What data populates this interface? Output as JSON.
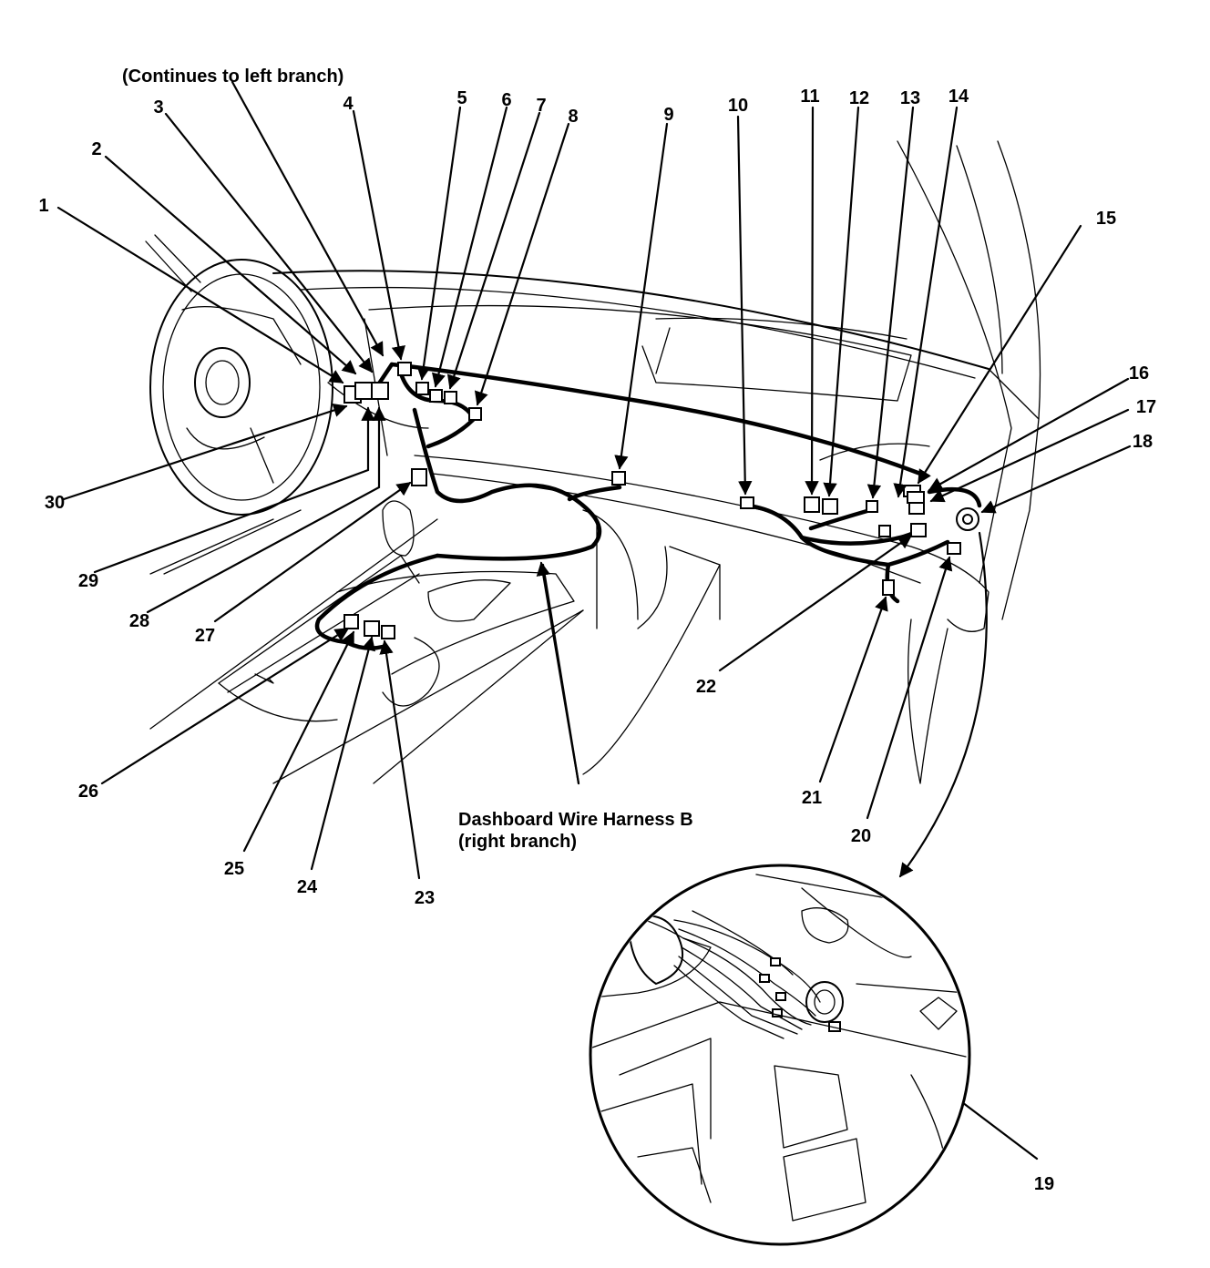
{
  "captions": {
    "left_branch": "(Continues to left branch)",
    "harness_line1": "Dashboard Wire Harness B",
    "harness_line2": "(right branch)"
  },
  "callouts": [
    "1",
    "2",
    "3",
    "4",
    "5",
    "6",
    "7",
    "8",
    "9",
    "10",
    "11",
    "12",
    "13",
    "14",
    "15",
    "16",
    "17",
    "18",
    "19",
    "20",
    "21",
    "22",
    "23",
    "24",
    "25",
    "26",
    "27",
    "28",
    "29",
    "30"
  ]
}
